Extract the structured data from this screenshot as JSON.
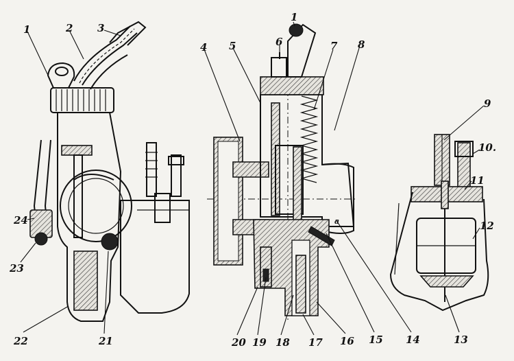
{
  "labels": {
    "n1": "1",
    "n2": "2",
    "n3": "3",
    "n4": "4",
    "n5": "5",
    "n6": "6",
    "n7": "7",
    "n8": "8",
    "n9": "9",
    "n10": "10.",
    "n11": "11",
    "n12": "12",
    "n13": "13",
    "n14": "14",
    "n15": "15",
    "n16": "16",
    "n17": "17",
    "n18": "18",
    "n19": "19",
    "n20": "20",
    "n21": "21",
    "n22": "22",
    "n23": "23",
    "n24": "24",
    "a": "a"
  }
}
